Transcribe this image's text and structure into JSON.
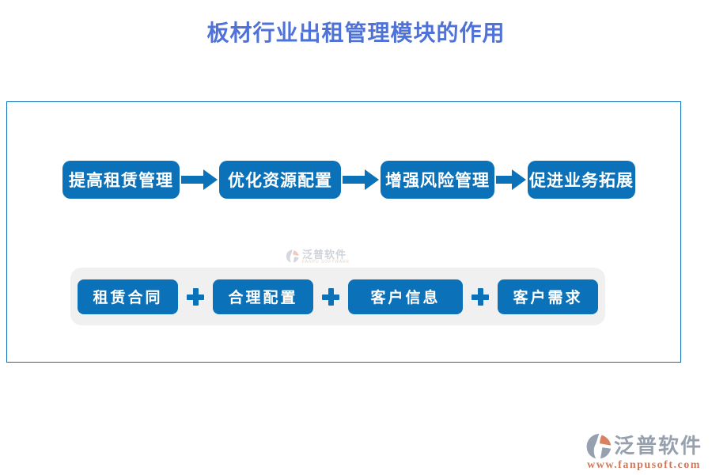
{
  "title": "板材行业出租管理模块的作用",
  "flow": {
    "steps": [
      "提高租赁管理",
      "优化资源配置",
      "增强风险管理",
      "促进业务拓展"
    ]
  },
  "modules": {
    "items": [
      "租赁合同",
      "合理配置",
      "客户信息",
      "客户需求"
    ]
  },
  "watermark": {
    "name": "泛普软件",
    "subtitle": "FANPU SOFTWARE"
  },
  "brand": {
    "name": "泛普软件",
    "url": "www.fanpusoft.com"
  },
  "colors": {
    "button_blue": "#0b71b8",
    "title_blue": "#4e72d8",
    "frame_border_blue": "#0d6eb8",
    "panel_gray": "#f0f0f0",
    "brand_gray": "#97a1ae",
    "brand_orange": "#d0795a"
  },
  "icons": {
    "arrow": "arrow-right-icon",
    "separator": "plus-icon",
    "logo": "fanpu-logo-icon"
  }
}
